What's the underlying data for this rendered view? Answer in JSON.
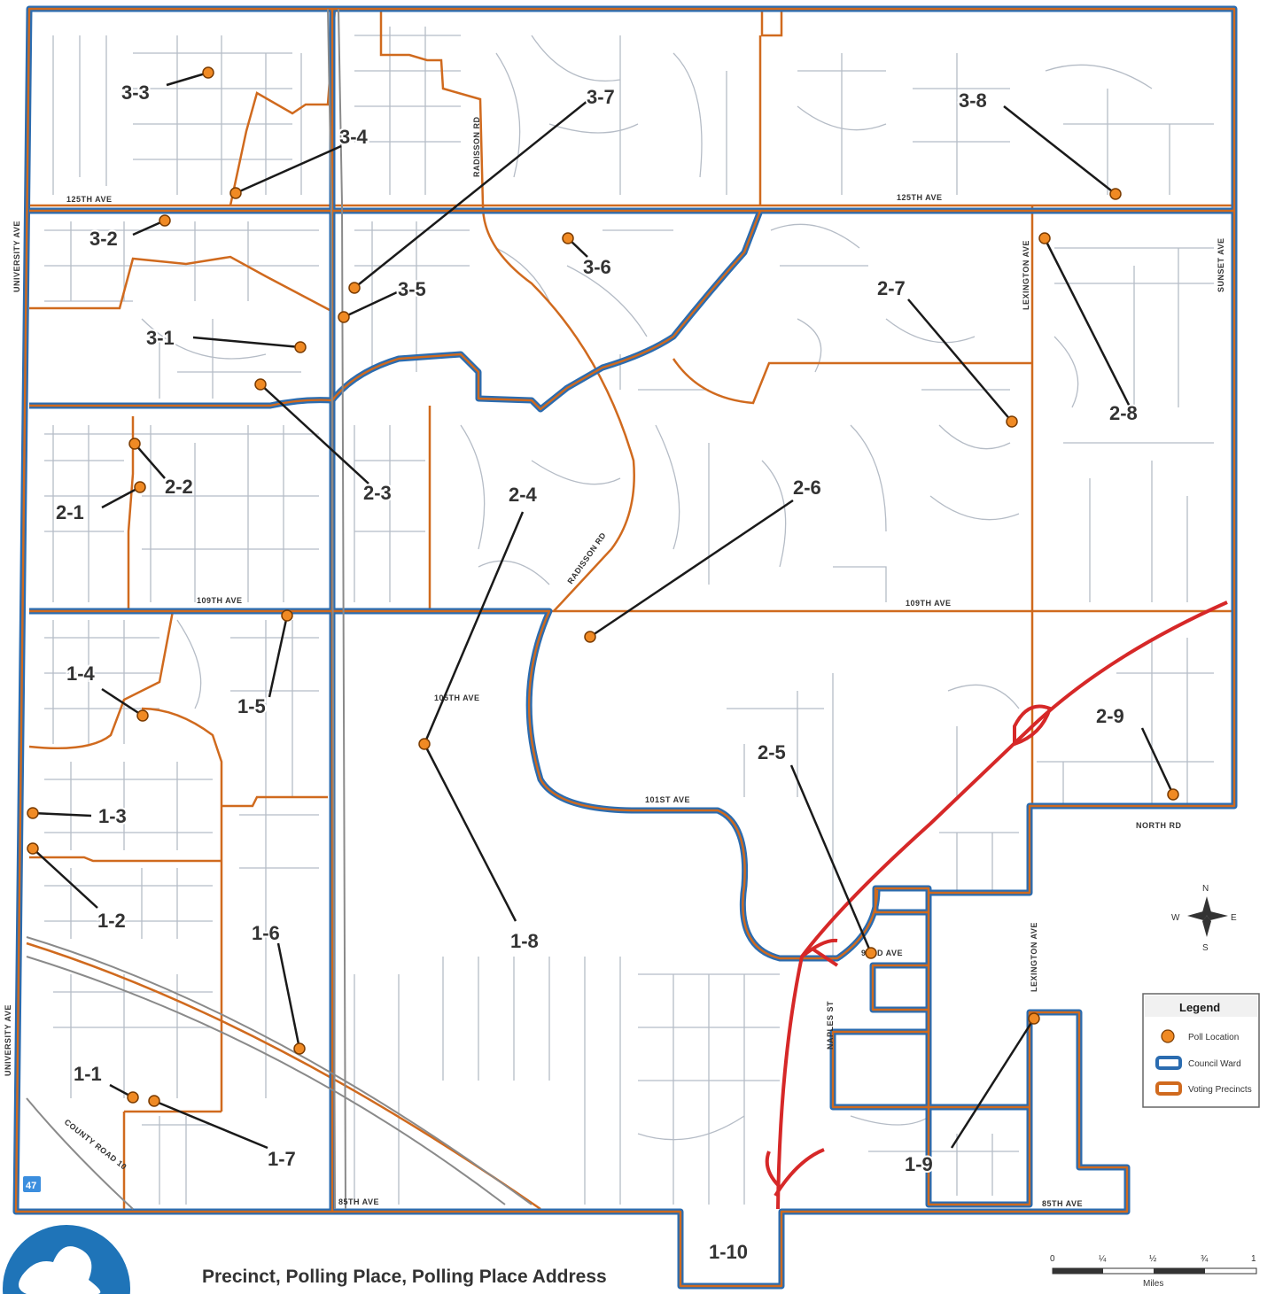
{
  "footer": {
    "title": "Precinct, Polling Place, Polling Place Address",
    "route_badge": "47"
  },
  "legend": {
    "title": "Legend",
    "items": [
      {
        "label": "Poll Location",
        "color": "#f08a24"
      },
      {
        "label": "Council Ward",
        "color": "#2b6cb0"
      },
      {
        "label": "Voting Precincts",
        "color": "#d06a1e"
      }
    ]
  },
  "compass": {
    "n": "N",
    "s": "S",
    "e": "E",
    "w": "W"
  },
  "scale": {
    "ticks": [
      "0",
      "¼",
      "½",
      "¾",
      "1"
    ],
    "unit": "Miles"
  },
  "streets": {
    "ave125_w": "125TH AVE",
    "ave125_e": "125TH AVE",
    "ave109_w": "109TH AVE",
    "ave109_e": "109TH AVE",
    "ave105": "105TH AVE",
    "ave101": "101ST AVE",
    "ave93": "93RD AVE",
    "ave85_w": "85TH AVE",
    "ave85_e": "85TH AVE",
    "north_rd": "NORTH RD",
    "university_n": "UNIVERSITY AVE",
    "university_s": "UNIVERSITY AVE",
    "radisson_n": "RADISSON RD",
    "radisson_s": "RADISSON RD",
    "lexington_n": "LEXINGTON AVE",
    "lexington_s": "LEXINGTON AVE",
    "sunset": "SUNSET AVE",
    "naples": "NAPLES ST",
    "county_road_10": "COUNTY ROAD 10"
  },
  "precincts": [
    "3-3",
    "3-4",
    "3-7",
    "3-8",
    "3-2",
    "3-6",
    "3-5",
    "2-7",
    "3-1",
    "2-8",
    "2-2",
    "2-3",
    "2-4",
    "2-6",
    "2-1",
    "1-4",
    "1-5",
    "2-9",
    "2-5",
    "1-3",
    "1-2",
    "1-8",
    "1-6",
    "1-1",
    "1-7",
    "1-9",
    "1-10"
  ]
}
